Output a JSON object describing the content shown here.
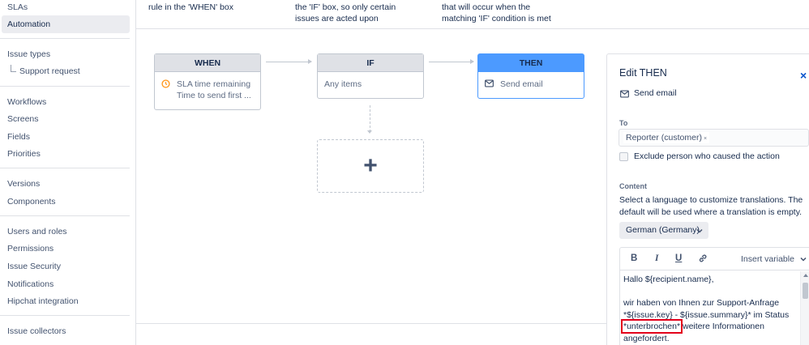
{
  "sidebar": {
    "items": [
      {
        "label": "SLAs"
      },
      {
        "label": "Automation"
      },
      {
        "label": "Issue types"
      },
      {
        "label": "Support request"
      },
      {
        "label": "Workflows"
      },
      {
        "label": "Screens"
      },
      {
        "label": "Fields"
      },
      {
        "label": "Priorities"
      },
      {
        "label": "Versions"
      },
      {
        "label": "Components"
      },
      {
        "label": "Users and roles"
      },
      {
        "label": "Permissions"
      },
      {
        "label": "Issue Security"
      },
      {
        "label": "Notifications"
      },
      {
        "label": "Hipchat integration"
      },
      {
        "label": "Issue collectors"
      }
    ]
  },
  "descriptions": {
    "when": "rule in the 'WHEN' box",
    "if_line1": "the 'IF' box, so only certain",
    "if_line2": "issues are acted upon",
    "then_line1": "that will occur when the",
    "then_line2": "matching 'IF' condition is met"
  },
  "workflow": {
    "when": {
      "title": "WHEN",
      "line1": "SLA time remaining",
      "line2": "Time to send first ..."
    },
    "if": {
      "title": "IF",
      "line1": "Any items"
    },
    "then": {
      "title": "THEN",
      "line1": "Send email"
    },
    "add_symbol": "+"
  },
  "panel": {
    "title": "Edit THEN",
    "close": "×",
    "action_label": "Send email",
    "to_label": "To",
    "to_chip": "Reporter (customer)",
    "to_chip_remove": "×",
    "exclude_label": "Exclude person who caused the action",
    "content_label": "Content",
    "language_help_line1": "Select a language to customize translations. The",
    "language_help_line2": "default will be used where a translation is empty.",
    "language_value": "German (Germany)",
    "toolbar": {
      "bold": "B",
      "italic": "I",
      "underline": "U",
      "insert_variable": "Insert variable"
    },
    "body": {
      "line1": "Hallo ${recipient.name},",
      "line2": "wir haben von Ihnen zur Support-Anfrage",
      "line3": "*${issue.key} - ${issue.summary}* im Status",
      "line4_highlight": "*unterbrochen*",
      "line4_rest": " weitere Informationen",
      "line5": "angefordert."
    }
  },
  "colors": {
    "accent": "#4c9aff",
    "link": "#0052cc",
    "highlight": "#e3001b",
    "clock": "#ff991f"
  }
}
